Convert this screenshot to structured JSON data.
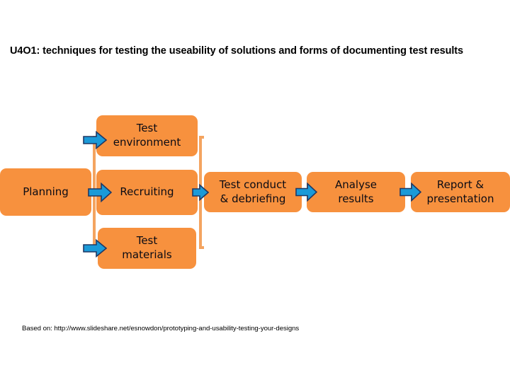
{
  "slide": {
    "title": "U4O1: techniques for testing the useability of solutions and forms of documenting test results",
    "source_note": "Based on: http://www.slideshare.net/esnowdon/prototyping-and-usability-testing-your-designs"
  },
  "colors": {
    "box_fill": "#F7913E",
    "bracket": "#F4A460",
    "arrow_fill": "#1B9AD8",
    "arrow_outline": "#1F3864",
    "text": "#0B0B14",
    "background": "#FFFFFF"
  },
  "diagram": {
    "type": "process-flow",
    "boxes": [
      {
        "id": "planning",
        "label": "Planning",
        "lines": [
          "Planning"
        ]
      },
      {
        "id": "test-environment",
        "label": "Test environment",
        "lines": [
          "Test",
          "environment"
        ]
      },
      {
        "id": "recruiting",
        "label": "Recruiting",
        "lines": [
          "Recruiting"
        ]
      },
      {
        "id": "test-materials",
        "label": "Test materials",
        "lines": [
          "Test",
          "materials"
        ]
      },
      {
        "id": "test-conduct",
        "label": "Test conduct & debriefing",
        "lines": [
          "Test conduct",
          "& debriefing"
        ]
      },
      {
        "id": "analyse-results",
        "label": "Analyse results",
        "lines": [
          "Analyse",
          "results"
        ]
      },
      {
        "id": "report-presentation",
        "label": "Report & presentation",
        "lines": [
          "Report &",
          "presentation"
        ]
      }
    ],
    "arrows": [
      {
        "id": "planning-to-test-environment",
        "from": "planning",
        "to": "test-environment"
      },
      {
        "id": "planning-to-recruiting",
        "from": "planning",
        "to": "recruiting"
      },
      {
        "id": "planning-to-test-materials",
        "from": "planning",
        "to": "test-materials"
      },
      {
        "id": "middle-to-test-conduct",
        "from": "recruiting",
        "to": "test-conduct"
      },
      {
        "id": "test-conduct-to-analyse",
        "from": "test-conduct",
        "to": "analyse-results"
      },
      {
        "id": "analyse-to-report",
        "from": "analyse-results",
        "to": "report-presentation"
      }
    ]
  }
}
